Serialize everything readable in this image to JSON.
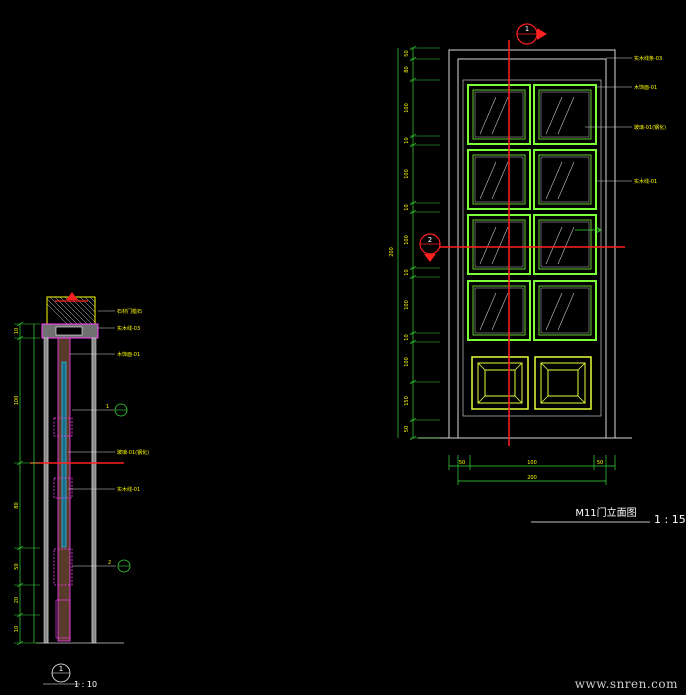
{
  "colors": {
    "background": "#000000",
    "frame": "#d8d8d8",
    "panel": "#e8ff3a",
    "glass_frame": "#7dff3a",
    "section_line": "#ff2020",
    "dimension": "#3ad83a",
    "text": "#ffff00",
    "section_detail": "#ff40ff"
  },
  "elevation": {
    "title": "M11门立面图",
    "scale": "1 : 15",
    "section_marker_top": "1",
    "section_marker_left": "2",
    "left_dimension_total": "200",
    "left_dimensions": [
      "50",
      "80",
      "100",
      "10",
      "100",
      "10",
      "100",
      "10",
      "100",
      "10",
      "100",
      "150",
      "50"
    ],
    "bottom_dimensions": [
      "50",
      "100",
      "50"
    ],
    "bottom_total": "200",
    "callouts": [
      "实木线条-03",
      "木饰面-01",
      "玻璃-01(钢化)",
      "实木线-01"
    ]
  },
  "section": {
    "scale": "1 : 10",
    "marker": "1",
    "callouts_upper": [
      "石材门槛石",
      "实木线-03",
      "木饰面-01"
    ],
    "bubble_a": "1",
    "callout_mid": "玻璃-01(钢化)",
    "callout_lower": "实木线-01",
    "bubble_b": "2",
    "left_dimensions": [
      "10",
      "100",
      "80",
      "50",
      "20",
      "10"
    ]
  },
  "watermark": "www.snren.com"
}
